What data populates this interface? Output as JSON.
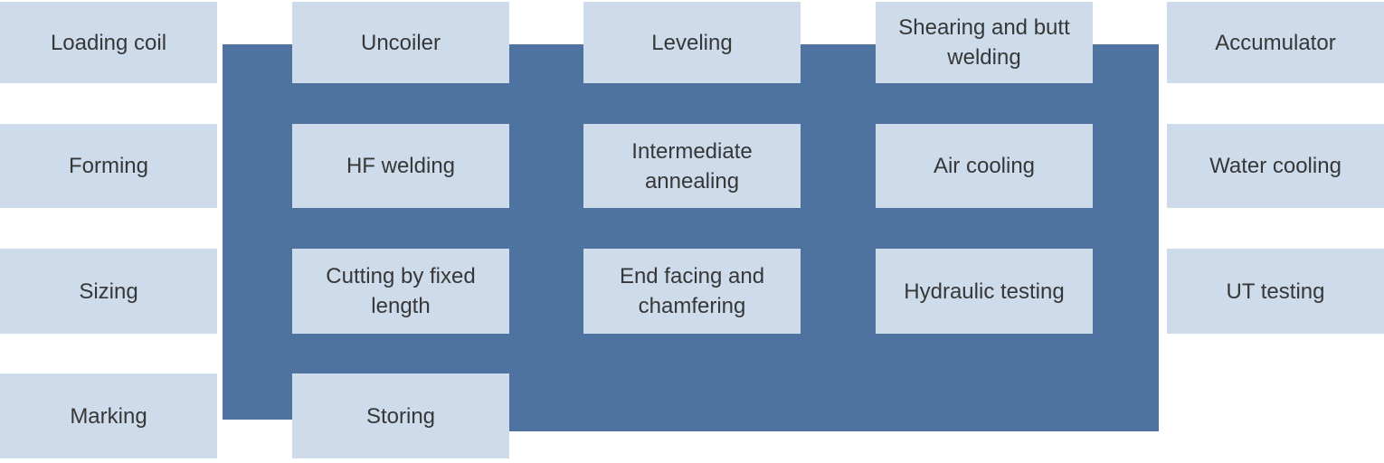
{
  "diagram": {
    "type": "process-flow",
    "description": "Tube production process flow with steps laid on a serpentine connector",
    "colors": {
      "panel": "#4F73A1",
      "node": "#CDDBEA",
      "text": "#373737",
      "background": "#FFFFFF"
    },
    "nodes": [
      {
        "label": "Loading coil",
        "row": 1,
        "col": 1
      },
      {
        "label": "Uncoiler",
        "row": 1,
        "col": 2
      },
      {
        "label": "Leveling",
        "row": 1,
        "col": 3
      },
      {
        "label": "Shearing and butt welding",
        "row": 1,
        "col": 4
      },
      {
        "label": "Accumulator",
        "row": 1,
        "col": 5
      },
      {
        "label": "Forming",
        "row": 2,
        "col": 1
      },
      {
        "label": "HF welding",
        "row": 2,
        "col": 2
      },
      {
        "label": "Intermediate annealing",
        "row": 2,
        "col": 3
      },
      {
        "label": "Air cooling",
        "row": 2,
        "col": 4
      },
      {
        "label": "Water cooling",
        "row": 2,
        "col": 5
      },
      {
        "label": "Sizing",
        "row": 3,
        "col": 1
      },
      {
        "label": "Cutting by fixed length",
        "row": 3,
        "col": 2
      },
      {
        "label": "End facing and chamfering",
        "row": 3,
        "col": 3
      },
      {
        "label": "Hydraulic testing",
        "row": 3,
        "col": 4
      },
      {
        "label": "UT testing",
        "row": 3,
        "col": 5
      },
      {
        "label": "Marking",
        "row": 4,
        "col": 1
      },
      {
        "label": "Storing",
        "row": 4,
        "col": 2
      }
    ]
  }
}
